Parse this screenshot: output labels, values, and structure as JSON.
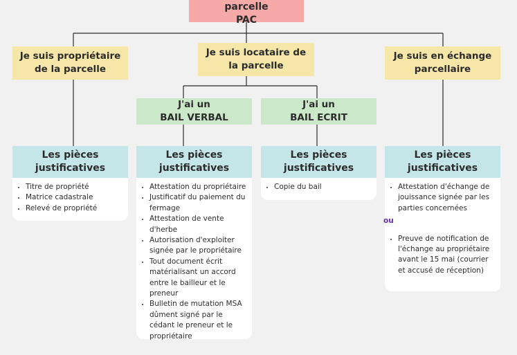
{
  "root": {
    "line1": "Je déclare une parcelle",
    "line2": "PAC"
  },
  "categories": [
    {
      "line1": "Je suis propriétaire",
      "line2": "de la parcelle"
    },
    {
      "line1": "Je suis locataire de",
      "line2": "la parcelle"
    },
    {
      "line1": "Je suis en échange",
      "line2": "parcellaire"
    }
  ],
  "bail": [
    {
      "line1": "J'ai un",
      "line2": "BAIL VERBAL"
    },
    {
      "line1": "J'ai un",
      "line2": "BAIL ECRIT"
    }
  ],
  "cards": [
    {
      "head1": "Les pièces",
      "head2": "justificatives",
      "items": [
        "Titre de propriété",
        "Matrice cadastrale",
        "Relevé de propriété"
      ]
    },
    {
      "head1": "Les pièces",
      "head2": "justificatives",
      "items": [
        "Attestation du propriétaire",
        "Justificatif du paiement du fermage",
        "Attestation de vente d'herbe",
        "Autorisation d'exploiter signée par le propriétaire",
        "Tout document écrit matérialisant un accord entre le bailleur et le preneur",
        "Bulletin de mutation MSA dûment signé par le cédant le preneur et le propriétaire"
      ]
    },
    {
      "head1": "Les pièces",
      "head2": "justificatives",
      "items": [
        "Copie du bail"
      ]
    },
    {
      "head1": "Les pièces",
      "head2": "justificatives",
      "items_a": [
        "Attestation d'échange de jouissance signée par les parties concernées"
      ],
      "separator": "ou",
      "items_b": [
        "Preuve de notification de l'échange au propriétaire avant le 15 mai (courrier et accusé de réception)"
      ]
    }
  ]
}
